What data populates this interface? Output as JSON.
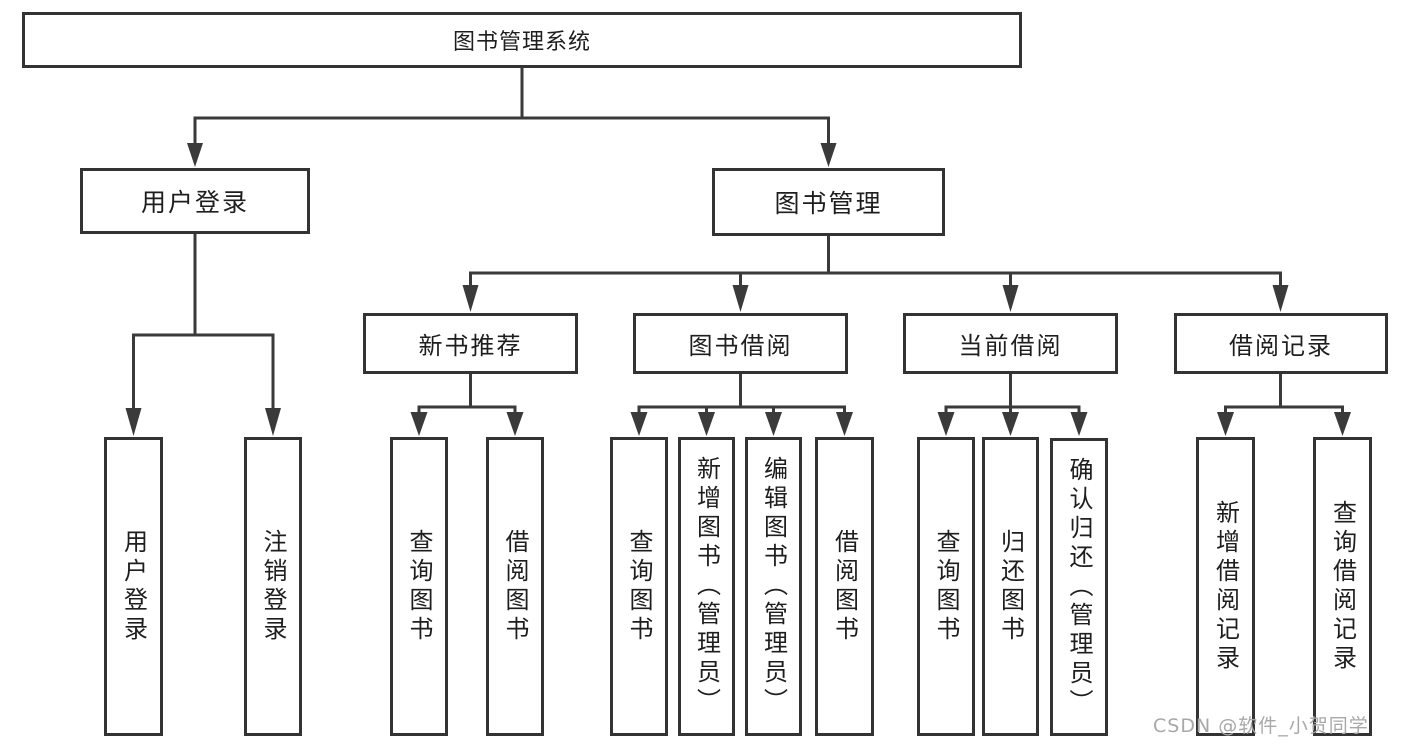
{
  "diagram": {
    "root": {
      "label": "图书管理系统"
    },
    "level1": [
      {
        "label": "用户登录"
      },
      {
        "label": "图书管理"
      }
    ],
    "level2": [
      {
        "label": "新书推荐"
      },
      {
        "label": "图书借阅"
      },
      {
        "label": "当前借阅"
      },
      {
        "label": "借阅记录"
      }
    ],
    "leaves": [
      {
        "label": "用户登录"
      },
      {
        "label": "注销登录"
      },
      {
        "label": "查询图书"
      },
      {
        "label": "借阅图书"
      },
      {
        "label": "查询图书"
      },
      {
        "label": "新增图书（管理员）"
      },
      {
        "label": "编辑图书（管理员）"
      },
      {
        "label": "借阅图书"
      },
      {
        "label": "查询图书"
      },
      {
        "label": "归还图书"
      },
      {
        "label": "确认归还（管理员）"
      },
      {
        "label": "新增借阅记录"
      },
      {
        "label": "查询借阅记录"
      }
    ],
    "watermark": "CSDN @软件_小贺同学",
    "colors": {
      "line": "#3a3a3a",
      "box_border": "#333333",
      "text": "#1e1e1e",
      "background": "#ffffff",
      "watermark": "#a8a8a8"
    }
  }
}
